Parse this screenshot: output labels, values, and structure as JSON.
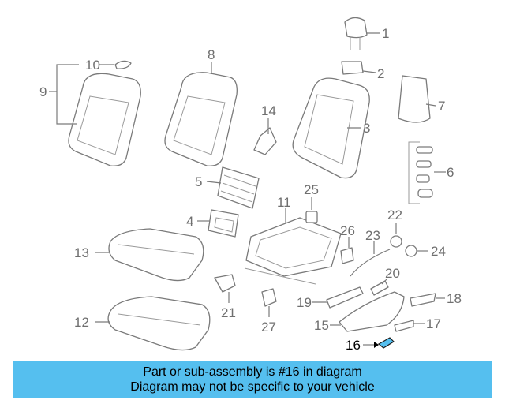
{
  "callouts": [
    "1",
    "2",
    "3",
    "4",
    "5",
    "6",
    "7",
    "8",
    "9",
    "10",
    "11",
    "12",
    "13",
    "14",
    "15",
    "16",
    "17",
    "18",
    "19",
    "20",
    "21",
    "22",
    "23",
    "24",
    "25",
    "26",
    "27"
  ],
  "highlight_part": "16",
  "colors": {
    "banner": "#55bfef",
    "highlight_part": "#55bfef",
    "line": "#7a7a7a"
  },
  "banner": {
    "line1": "Part or sub-assembly is #16 in diagram",
    "line2": "Diagram may not be specific to your vehicle"
  }
}
